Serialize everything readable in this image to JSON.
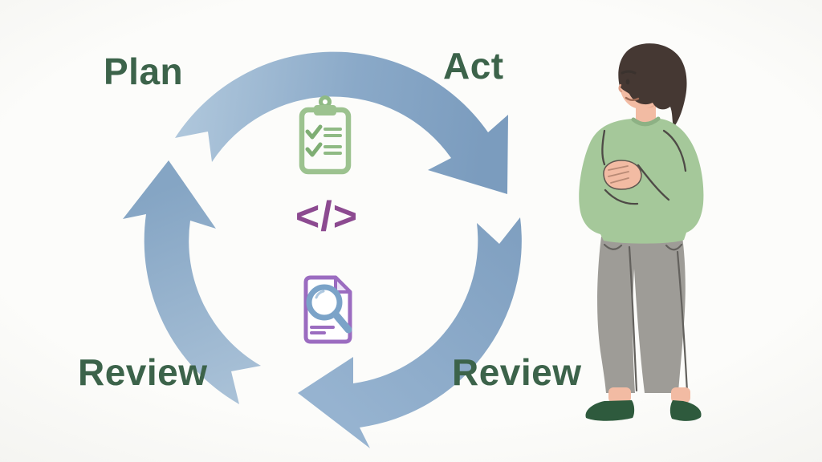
{
  "cycle": {
    "steps": [
      {
        "id": "plan",
        "label": "Plan",
        "position": "top-left"
      },
      {
        "id": "act",
        "label": "Act",
        "position": "top-right"
      },
      {
        "id": "review_left",
        "label": "Review",
        "position": "bottom-left"
      },
      {
        "id": "review_right",
        "label": "Review",
        "position": "bottom-right"
      }
    ],
    "icons": {
      "checklist": "checklist-icon",
      "code": "code-icon",
      "code_symbol": "</>",
      "document_search": "document-search-icon"
    }
  },
  "illustration": {
    "person": "man standing, hands clasped, green sweater, gray pants"
  },
  "colors": {
    "arrow_blue": "#7e9ec0",
    "arrow_blue_light": "#a9c2d8",
    "label_green": "#3c634a",
    "icon_green": "#9cc28f",
    "icon_green_dark": "#7fae74",
    "icon_purple": "#9b6cc0",
    "code_purple": "#8c4a90",
    "magnifier_blue": "#7ba3c8",
    "sweater_green": "#a5c89a",
    "pants_gray": "#9e9c97",
    "shoes_green": "#2e5a3d",
    "skin": "#f2bba3",
    "hair_brown": "#453833",
    "background": "#fafaf8"
  }
}
